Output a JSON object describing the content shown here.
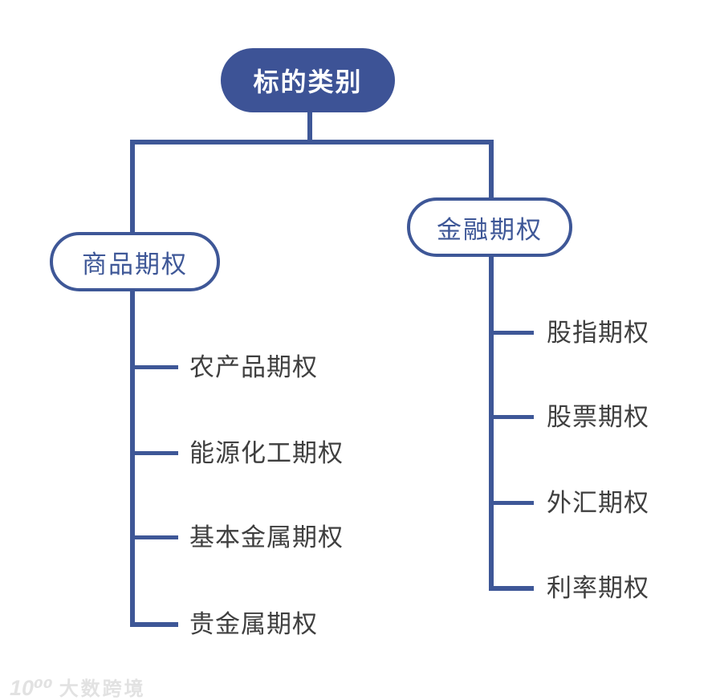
{
  "diagram": {
    "title": "options underlying category tree",
    "root": {
      "label": "标的类别"
    },
    "branches": [
      {
        "label": "商品期权",
        "children": [
          "农产品期权",
          "能源化工期权",
          "基本金属期权",
          "贵金属期权"
        ]
      },
      {
        "label": "金融期权",
        "children": [
          "股指期权",
          "股票期权",
          "外汇期权",
          "利率期权"
        ]
      }
    ]
  },
  "watermark": {
    "logo": "10⁰⁰",
    "text": "大数跨境"
  },
  "colors": {
    "primary": "#3E5797",
    "root_fill": "#3D5396",
    "leaf_text": "#3F3F3F",
    "watermark": "#E2E2E2",
    "canvas_bg": "#FFFFFF"
  }
}
